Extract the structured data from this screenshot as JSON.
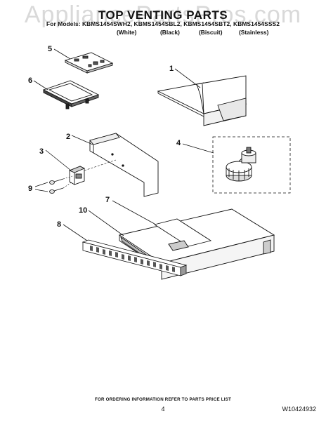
{
  "watermark": "AppliancePartsPros.com",
  "title": "TOP VENTING PARTS",
  "models_line": "For Models: KBMS1454SWH2, KBMS1454SBL2, KBMS1454SBT2, KBMS1454SSS2",
  "variants": [
    "(White)",
    "(Black)",
    "(Biscuit)",
    "(Stainless)"
  ],
  "callouts": [
    "1",
    "2",
    "3",
    "4",
    "5",
    "6",
    "7",
    "8",
    "9",
    "10"
  ],
  "footer": {
    "note": "FOR ORDERING INFORMATION REFER TO PARTS PRICE LIST",
    "page_number": "4",
    "doc_number": "W10424932"
  }
}
